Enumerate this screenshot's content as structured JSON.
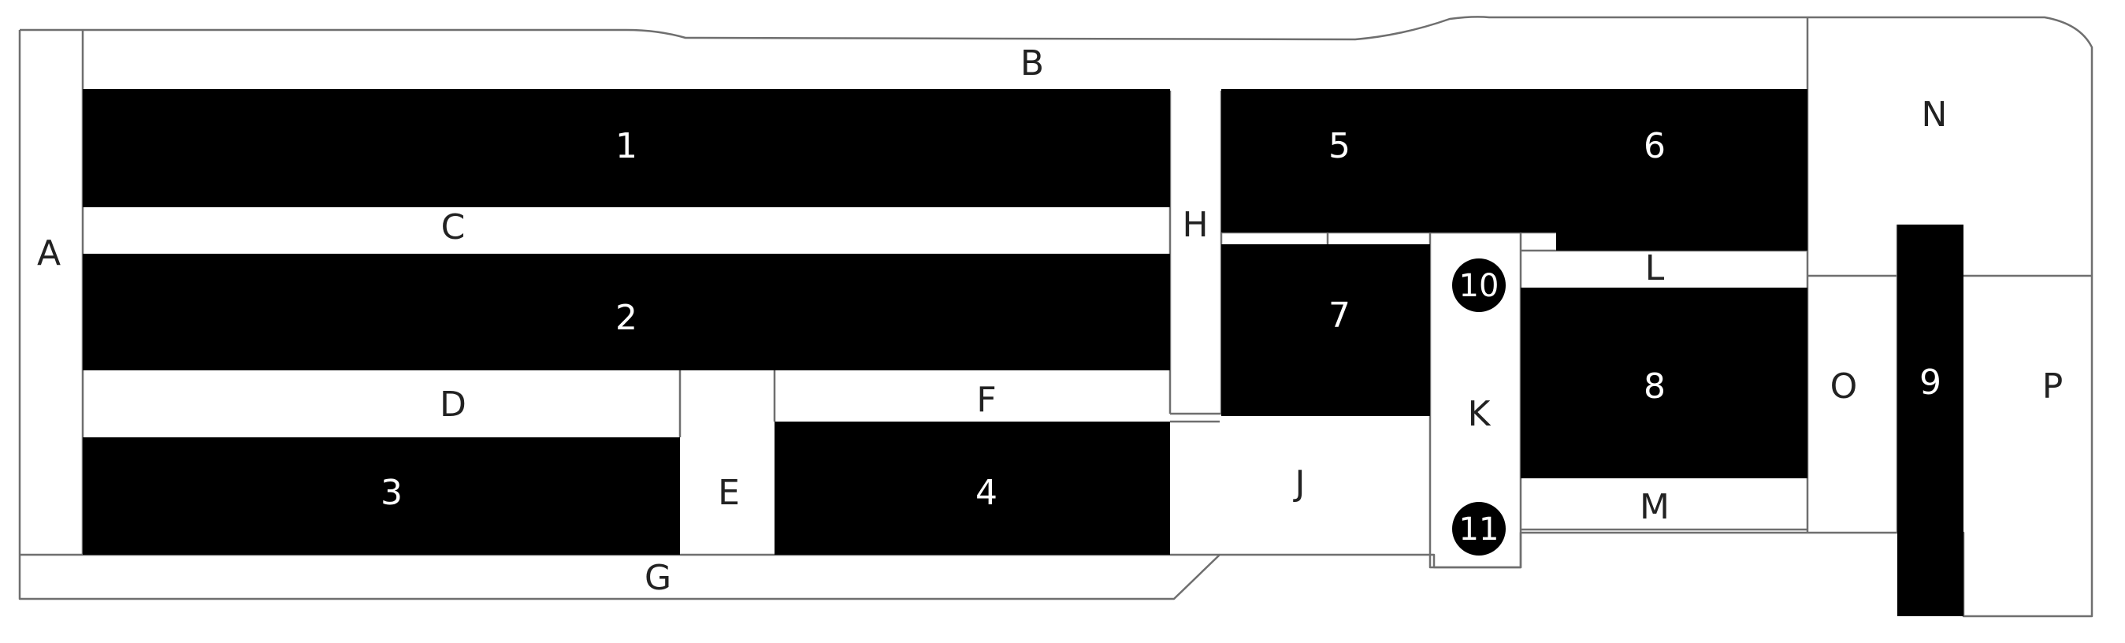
{
  "diagram": {
    "buildings": [
      {
        "id": "b1",
        "label": "1"
      },
      {
        "id": "b2",
        "label": "2"
      },
      {
        "id": "b3",
        "label": "3"
      },
      {
        "id": "b4",
        "label": "4"
      },
      {
        "id": "b5",
        "label": "5"
      },
      {
        "id": "b6",
        "label": "6"
      },
      {
        "id": "b7",
        "label": "7"
      },
      {
        "id": "b8",
        "label": "8"
      },
      {
        "id": "b9",
        "label": "9"
      },
      {
        "id": "b10",
        "label": "10"
      },
      {
        "id": "b11",
        "label": "11"
      }
    ],
    "zones": [
      {
        "id": "zA",
        "label": "A"
      },
      {
        "id": "zB",
        "label": "B"
      },
      {
        "id": "zC",
        "label": "C"
      },
      {
        "id": "zD",
        "label": "D"
      },
      {
        "id": "zE",
        "label": "E"
      },
      {
        "id": "zF",
        "label": "F"
      },
      {
        "id": "zG",
        "label": "G"
      },
      {
        "id": "zH",
        "label": "H"
      },
      {
        "id": "zJ",
        "label": "J"
      },
      {
        "id": "zK",
        "label": "K"
      },
      {
        "id": "zL",
        "label": "L"
      },
      {
        "id": "zM",
        "label": "M"
      },
      {
        "id": "zN",
        "label": "N"
      },
      {
        "id": "zO",
        "label": "O"
      },
      {
        "id": "zP",
        "label": "P"
      }
    ],
    "colors": {
      "building": "#000000",
      "outline": "#6f6f6f",
      "background": "#ffffff"
    }
  }
}
